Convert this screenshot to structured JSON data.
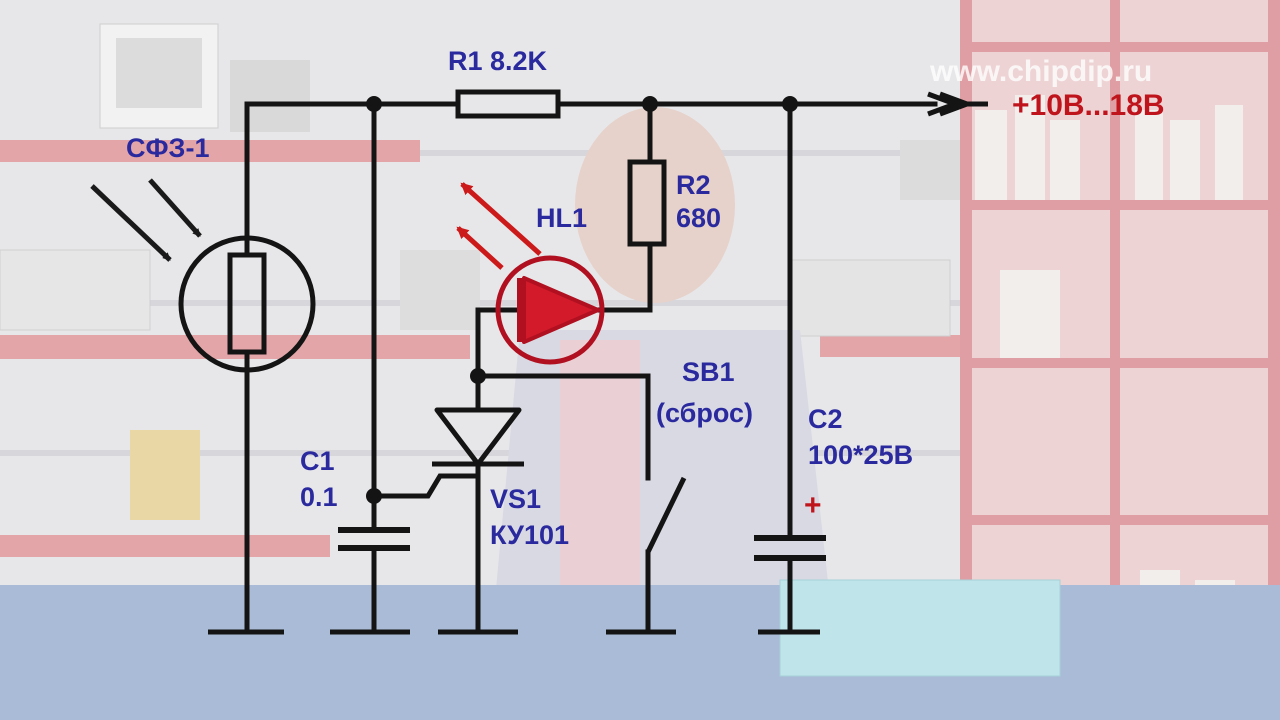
{
  "watermark": "www.chipdip.ru",
  "labels": {
    "r1": "R1 8.2K",
    "supply": "+10В...18В",
    "photoresistor": "СФЗ-1",
    "r2_name": "R2",
    "r2_value": "680",
    "hl1": "HL1",
    "sb1_name": "SB1",
    "sb1_note": "(сброс)",
    "c1_name": "C1",
    "c1_value": "0.1",
    "vs1_name": "VS1",
    "vs1_type": "КУ101",
    "c2_name": "C2",
    "c2_value": "100*25В",
    "c2_polarity": "+"
  },
  "colors": {
    "wire": "#141414",
    "label_blue": "#2a2a9e",
    "label_red": "#c0141c",
    "led_fill": "#d21a2a",
    "led_outline": "#b01020",
    "light_arrow": "#1a1a1a",
    "emit_arrow": "#cc1a1a",
    "shelf_red": "#d9626a",
    "table_blue": "#5c82b5"
  },
  "icons": {
    "photoresistor": "photoresistor-symbol",
    "resistor": "resistor-symbol",
    "led": "led-symbol",
    "thyristor": "thyristor-symbol",
    "capacitor": "capacitor-symbol",
    "switch": "pushbutton-switch-symbol",
    "ground": "ground-symbol"
  }
}
